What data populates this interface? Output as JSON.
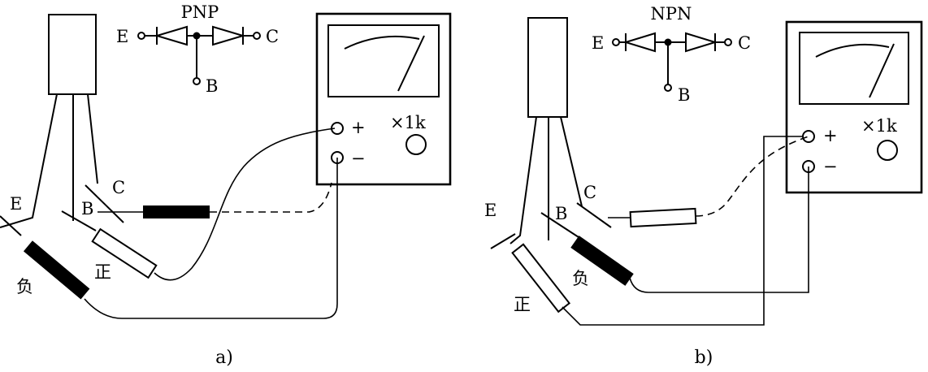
{
  "panel_a": {
    "type_label": "PNP",
    "emitter": "E",
    "base": "B",
    "collector": "C",
    "plus": "+",
    "minus": "−",
    "range": "×1k",
    "probe_positive": "正",
    "probe_negative": "负",
    "caption": "a)"
  },
  "panel_b": {
    "type_label": "NPN",
    "emitter": "E",
    "base": "B",
    "collector": "C",
    "plus": "+",
    "minus": "−",
    "range": "×1k",
    "probe_positive": "正",
    "probe_negative": "负",
    "caption": "b)"
  }
}
